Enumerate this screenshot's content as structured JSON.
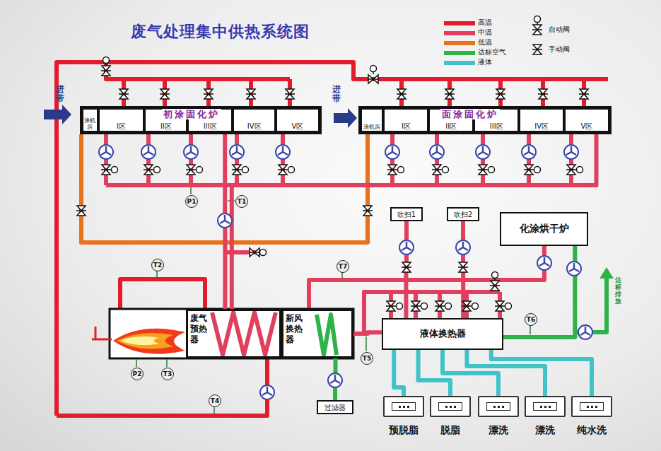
{
  "diagram": {
    "title": "废气处理集中供热系统图",
    "nodes": [
      {
        "text": [
          "初涂固化炉"
        ]
      },
      {
        "text": [
          "涂机房"
        ],
        "in": 0
      },
      {
        "text": [
          "I区"
        ],
        "in": 0
      },
      {
        "text": [
          "II区"
        ],
        "in": 0
      },
      {
        "text": [
          "III区"
        ],
        "in": 0
      },
      {
        "text": [
          "IV区"
        ],
        "in": 0
      },
      {
        "text": [
          "V区"
        ],
        "in": 0
      },
      {
        "text": [
          "面涂固化炉"
        ]
      },
      {
        "text": [
          "涂机房"
        ],
        "in": 7
      },
      {
        "text": [
          "I区"
        ],
        "in": 7
      },
      {
        "text": [
          "II区"
        ],
        "in": 7
      },
      {
        "text": [
          "III区"
        ],
        "in": 7
      },
      {
        "text": [
          "IV区"
        ],
        "in": 7
      },
      {
        "text": [
          "V区"
        ],
        "in": 7
      },
      {
        "text": [
          "吹扫1"
        ]
      },
      {
        "text": [
          "吹扫2"
        ]
      },
      {
        "text": [
          "化涂烘干炉"
        ]
      },
      {
        "text": [
          "废气预热器"
        ]
      },
      {
        "text": [
          "新风换热器"
        ]
      },
      {
        "text": [
          "液体换热器"
        ]
      },
      {
        "text": [
          "过滤器"
        ]
      },
      {
        "text": [
          "预脱脂"
        ]
      },
      {
        "text": [
          "脱脂"
        ]
      },
      {
        "text": [
          "漂洗"
        ]
      },
      {
        "text": [
          "漂洗"
        ]
      },
      {
        "text": [
          "纯水洗"
        ]
      }
    ],
    "edges": [
      {
        "from": 0,
        "to": 17,
        "arrow": "none"
      },
      {
        "from": 7,
        "to": 17,
        "arrow": "none"
      },
      {
        "from": 18,
        "to": 19,
        "arrow": "none"
      },
      {
        "from": 20,
        "to": 18,
        "arrow": "none"
      },
      {
        "from": 19,
        "to": 16,
        "arrow": "none"
      },
      {
        "from": 19,
        "to": 14,
        "arrow": "none"
      },
      {
        "from": 19,
        "to": 15,
        "arrow": "none"
      },
      {
        "from": 19,
        "to": 21,
        "arrow": "none"
      },
      {
        "from": 19,
        "to": 22,
        "arrow": "none"
      },
      {
        "from": 19,
        "to": 23,
        "arrow": "none"
      },
      {
        "from": 19,
        "to": 24,
        "arrow": "none"
      },
      {
        "from": 19,
        "to": 25,
        "arrow": "none"
      }
    ],
    "labels": [
      "进带",
      "进带",
      "P1",
      "T1",
      "T2",
      "T3",
      "P2",
      "T4",
      "T5",
      "T6",
      "T7",
      "达标排放"
    ],
    "legend": [
      {
        "text": "高温",
        "color": "#e21b2d"
      },
      {
        "text": "中温",
        "color": "#e0405e"
      },
      {
        "text": "低温",
        "color": "#e8711c"
      },
      {
        "text": "达标空气",
        "color": "#2db34a"
      },
      {
        "text": "液体",
        "color": "#3fc3c9"
      },
      {
        "text": "自动阀"
      },
      {
        "text": "手动阀"
      }
    ]
  }
}
